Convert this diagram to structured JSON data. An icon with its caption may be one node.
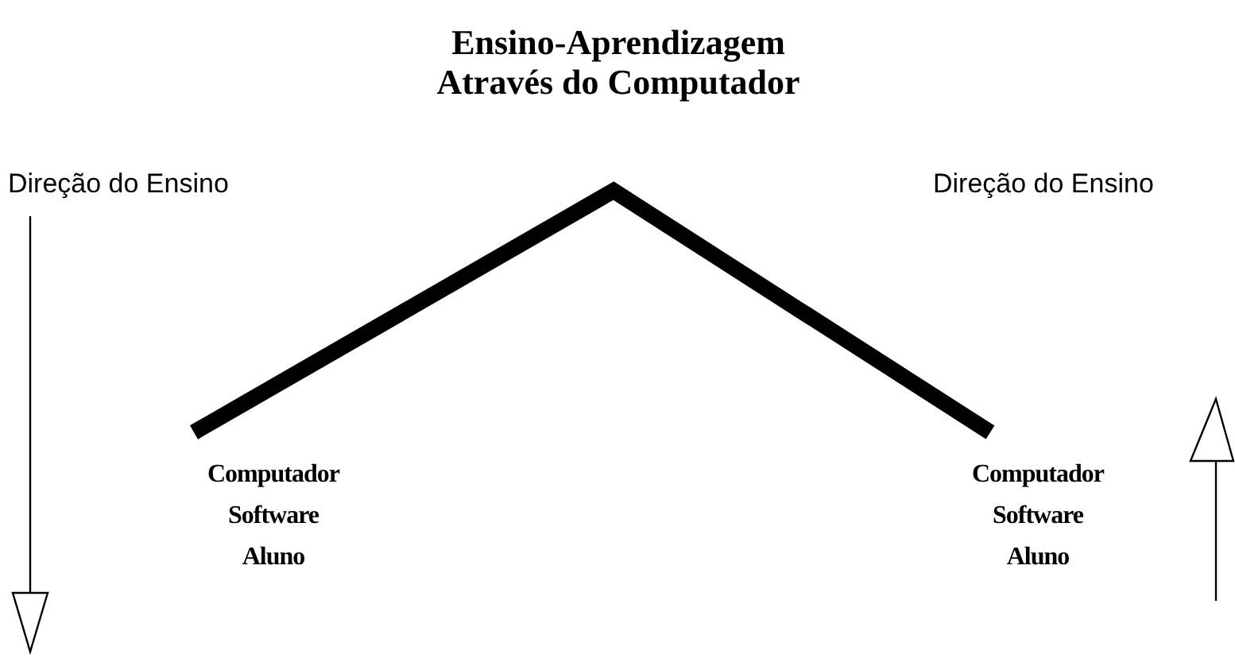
{
  "diagram": {
    "title": "Ensino-Aprendizagem Através do Computador",
    "nodes": [
      {
        "text": [
          "Computador",
          "Software",
          "Aluno"
        ]
      },
      {
        "text": [
          "Computador",
          "Software",
          "Aluno"
        ]
      }
    ],
    "edges": [
      {
        "from": 0,
        "to": 1,
        "arrow": "none"
      }
    ],
    "labels": [
      "Direção do Ensino",
      "Direção do Ensino"
    ]
  }
}
